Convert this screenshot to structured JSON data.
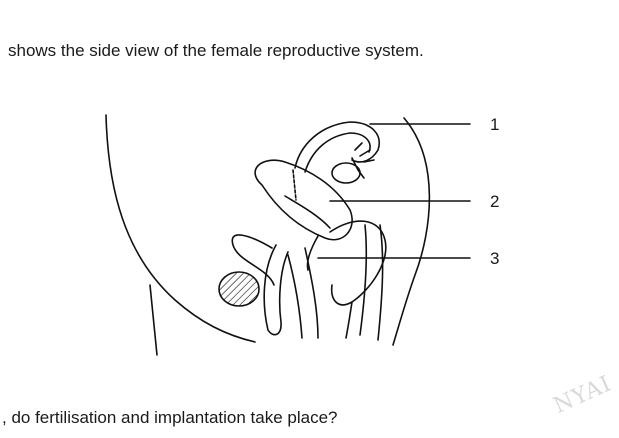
{
  "question": {
    "intro": "shows the side view of the female reproductive system.",
    "prompt": ", do fertilisation and implantation take place?"
  },
  "diagram": {
    "labels": [
      "1",
      "2",
      "3"
    ]
  },
  "watermark": "NYAI"
}
